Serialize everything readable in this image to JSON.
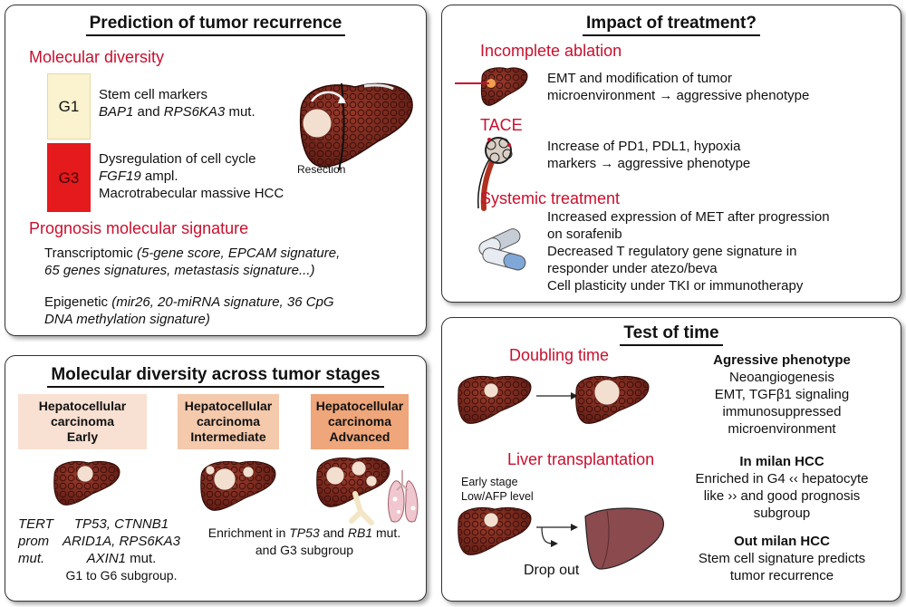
{
  "recurrence": {
    "title": "Prediction of tumor recurrence",
    "molecular_diversity": "Molecular diversity",
    "g1_label": "G1",
    "g1_line1": "Stem cell markers",
    "g1_line2_a": "BAP1",
    "g1_line2_b": " and ",
    "g1_line2_c": "RPS6KA3",
    "g1_line2_d": " mut.",
    "g3_label": "G3",
    "g3_line1": "Dysregulation of cell cycle",
    "g3_line2_a": "FGF19",
    "g3_line2_b": " ampl.",
    "g3_line3": "Macrotrabecular massive HCC",
    "resection": "Resection",
    "prognosis_title": "Prognosis molecular signature",
    "transcriptomic_a": "Transcriptomic ",
    "transcriptomic_b": "(5-gene score, EPCAM signature,",
    "transcriptomic_c": "65 genes signatures, metastasis signature...)",
    "epigenetic_a": "Epigenetic ",
    "epigenetic_b": "(mir26, 20-miRNA signature, 36 CpG",
    "epigenetic_c": "DNA methylation signature)"
  },
  "stages": {
    "title": "Molecular diversity across tumor stages",
    "early": [
      "Hepatocellular",
      "carcinoma",
      "Early"
    ],
    "intermediate": [
      "Hepatocellular",
      "carcinoma",
      "Intermediate"
    ],
    "advanced": [
      "Hepatocellular",
      "carcinoma",
      "Advanced"
    ],
    "tert": [
      "TERT",
      "prom",
      "mut."
    ],
    "early_genes_1": "TP53, CTNNB1",
    "early_genes_2": "ARID1A, RPS6KA3",
    "early_genes_3": "AXIN1",
    "early_genes_3b": " mut.",
    "early_genes_4": "G1 to G6 subgroup.",
    "inter_a": "Enrichment in ",
    "inter_b": "TP53",
    "inter_c": "  and ",
    "inter_d": "RB1",
    "inter_e": " mut.",
    "inter_f": "and G3 subgroup"
  },
  "treatment": {
    "title": "Impact of treatment?",
    "ablation": "Incomplete ablation",
    "ablation_1": "EMT and modification of tumor",
    "ablation_2": "microenvironment → aggressive phenotype",
    "tace": "TACE",
    "tace_1": "Increase of PD1, PDL1, hypoxia",
    "tace_2": "markers → aggressive phenotype",
    "systemic": "Systemic treatment",
    "sys_1": "Increased expression of MET after progression",
    "sys_2": "on sorafenib",
    "sys_3": "Decreased T regulatory gene signature in",
    "sys_4": "responder under atezo/beva",
    "sys_5": "Cell plasticity under TKI or immunotherapy"
  },
  "time": {
    "title": "Test of time",
    "doubling": "Doubling time",
    "transplant": "Liver transplantation",
    "early_stage": "Early stage",
    "afp": "Low/AFP level",
    "dropout": "Drop out",
    "agg_title": "Agressive phenotype",
    "agg_1": "Neoangiogenesis",
    "agg_2": "EMT, TGFβ1 signaling",
    "agg_3": "immunosuppressed",
    "agg_4": "microenvironment",
    "in_title": "In milan HCC",
    "in_1": "Enriched in G4 ‹‹ hepatocyte",
    "in_2": "like ›› and good prognosis",
    "in_3": "subgroup",
    "out_title": "Out milan HCC",
    "out_1": "Stem cell signature predicts",
    "out_2": "tumor recurrence"
  },
  "colors": {
    "red_heading": "#c8102e",
    "liver": "#7b2a1f",
    "g1_box": "#fbf2cf",
    "g3_box": "#e41a1c",
    "early_box": "#f8e0d2",
    "inter_box": "#f4c9ac",
    "adv_box": "#eea67a"
  }
}
